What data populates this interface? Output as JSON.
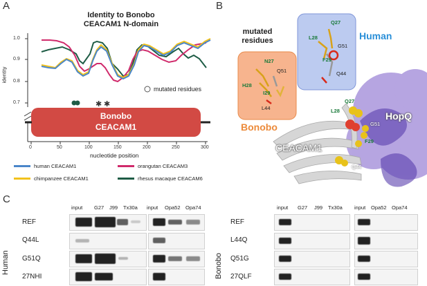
{
  "panelA": {
    "letter": "A",
    "title_line1": "Identity to Bonobo",
    "title_line2": "CEACAM1 N-domain",
    "ylabel": "identity",
    "xlabel": "nucleotide position",
    "mutated_label": "mutated residues",
    "bar_line1": "Bonobo",
    "bar_line2": "CEACAM1",
    "yticks": [
      "1.0",
      "0.9",
      "0.8",
      "0.7"
    ],
    "xticks": [
      "0",
      "50",
      "100",
      "150",
      "200",
      "250",
      "300"
    ],
    "legend": [
      {
        "label": "human CEACAM1",
        "color": "#4a86c9"
      },
      {
        "label": "orangutan CEACAM3",
        "color": "#d02a6b"
      },
      {
        "label": "chimpanzee CEACAM1",
        "color": "#f2c21c"
      },
      {
        "label": "rhesus macaque CEACAM6",
        "color": "#1e5c45"
      }
    ],
    "colors": {
      "bar": "#d24a44"
    }
  },
  "panelB": {
    "letter": "B",
    "mutated_line1": "mutated",
    "mutated_line2": "residues",
    "human": "Human",
    "bonobo": "Bonobo",
    "human_residues": [
      "Q27",
      "L28",
      "G51",
      "F29",
      "Q44"
    ],
    "bonobo_residues": [
      "N27",
      "Q51",
      "H28",
      "I29",
      "L44"
    ],
    "ceacam": "CEACAM1",
    "hopq": "HopQ",
    "complex_residues": [
      "Q27",
      "L28",
      "G51",
      "F29",
      "Q44"
    ],
    "colors": {
      "human_box": "#bccbf0",
      "bonobo_box": "#f7b48e",
      "hopq": "#7b5cc9",
      "human_text": "#2a8fd8",
      "bonobo_text": "#ec8a3a"
    }
  },
  "panelC": {
    "letter": "C",
    "human_side": "Human",
    "bonobo_side": "Bonobo",
    "lanes_left": [
      "input",
      "G27",
      "J99",
      "Tx30a"
    ],
    "lanes_right": [
      "input",
      "Opa52",
      "Opa74"
    ],
    "human_rows": [
      "REF",
      "Q44L",
      "G51Q",
      "27NHI"
    ],
    "bonobo_rows": [
      "REF",
      "L44Q",
      "Q51G",
      "27QLF"
    ]
  }
}
